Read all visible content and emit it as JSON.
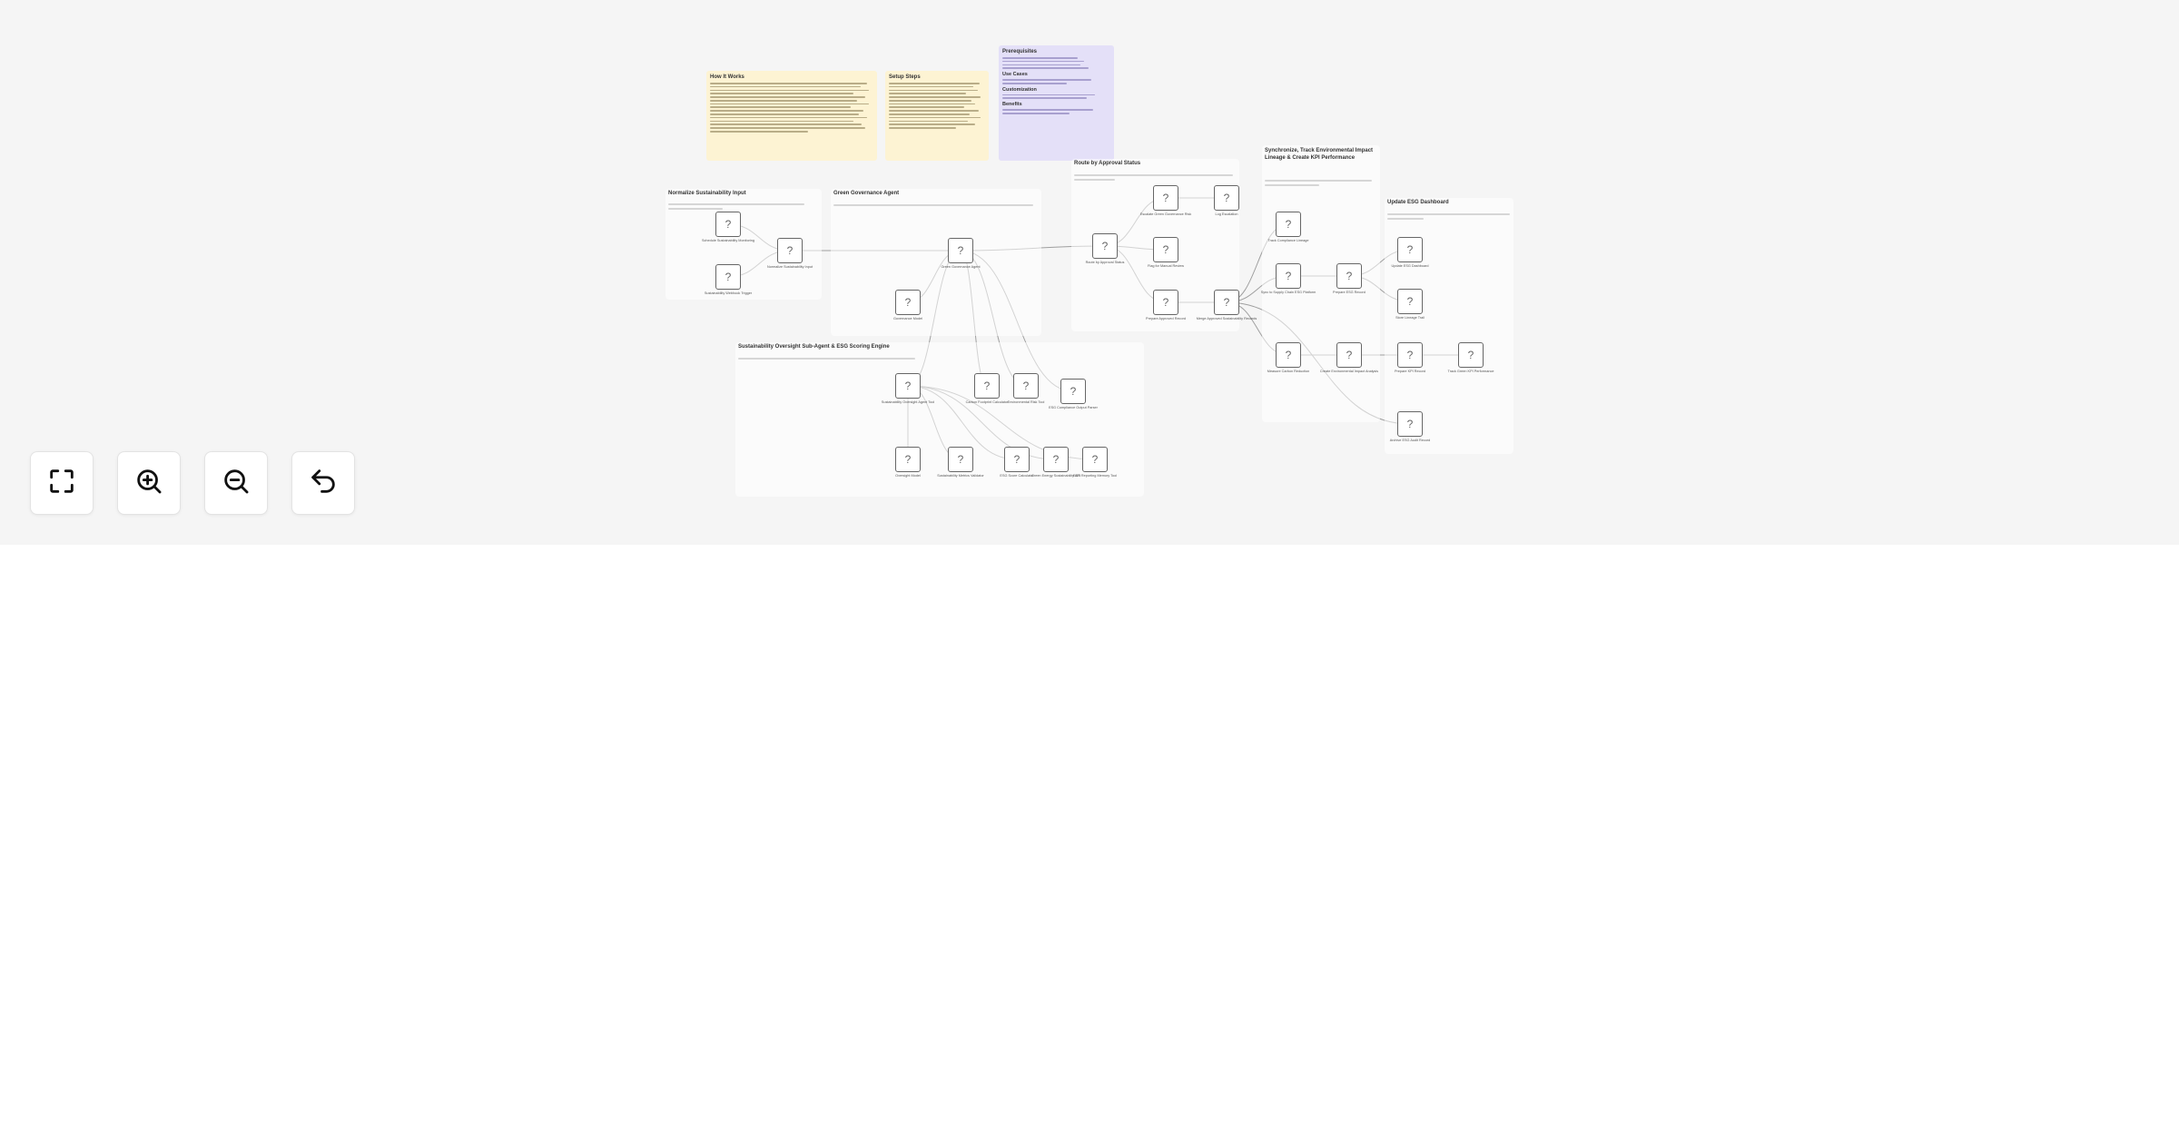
{
  "notes": {
    "how_it_works": {
      "title": "How It Works"
    },
    "setup_steps": {
      "title": "Setup Steps"
    },
    "prereq": {
      "title": "Prerequisites",
      "use_cases": "Use Cases",
      "customization": "Customization",
      "benefits": "Benefits"
    }
  },
  "groups": {
    "normalize": {
      "title": "Normalize Sustainability Input"
    },
    "governance": {
      "title": "Green Governance Agent"
    },
    "oversight": {
      "title": "Sustainability Oversight Sub-Agent & ESG Scoring Engine"
    },
    "route": {
      "title": "Route by Approval Status"
    },
    "synchronize": {
      "title": "Synchronize, Track Environmental Impact Lineage & Create KPI Performance"
    },
    "dashboard": {
      "title": "Update ESG Dashboard"
    }
  },
  "nodes": [
    {
      "id": "n1",
      "label": "Schedule Sustainability Monitoring"
    },
    {
      "id": "n2",
      "label": "Normalize Sustainability Input"
    },
    {
      "id": "n3",
      "label": "Sustainability Webhook Trigger"
    },
    {
      "id": "n4",
      "label": "Green Governance Agent"
    },
    {
      "id": "n5",
      "label": "Governance Model"
    },
    {
      "id": "n6",
      "label": "Sustainability Oversight Agent Tool"
    },
    {
      "id": "n7",
      "label": "Carbon Footprint Calculator"
    },
    {
      "id": "n8",
      "label": "Environmental Risk Tool"
    },
    {
      "id": "n9",
      "label": "ESG Compliance Output Parser"
    },
    {
      "id": "n10",
      "label": "Oversight Model"
    },
    {
      "id": "n11",
      "label": "Sustainability Metrics Validator"
    },
    {
      "id": "n12",
      "label": "ESG Score Calculator"
    },
    {
      "id": "n13",
      "label": "Green Energy Sustainability API"
    },
    {
      "id": "n14",
      "label": "ESG Reporting Memory Tool"
    },
    {
      "id": "n15",
      "label": "Route by Approval Status"
    },
    {
      "id": "n16",
      "label": "Escalate Green Governance Risk"
    },
    {
      "id": "n17",
      "label": "Log Escalation"
    },
    {
      "id": "n18",
      "label": "Flag for Manual Review"
    },
    {
      "id": "n19",
      "label": "Prepare Approved Record"
    },
    {
      "id": "n20",
      "label": "Merge Approved Sustainability Records"
    },
    {
      "id": "n21",
      "label": "Track Compliance Lineage"
    },
    {
      "id": "n22",
      "label": "Sync to Supply Chain ESG Platform"
    },
    {
      "id": "n23",
      "label": "Prepare ESG Record"
    },
    {
      "id": "n24",
      "label": "Update ESG Dashboard"
    },
    {
      "id": "n25",
      "label": "Store Lineage Trail"
    },
    {
      "id": "n26",
      "label": "Measure Carbon Reduction"
    },
    {
      "id": "n27",
      "label": "Create Environmental Impact Analysis"
    },
    {
      "id": "n28",
      "label": "Prepare KPI Record"
    },
    {
      "id": "n29",
      "label": "Track Green KPI Performance"
    },
    {
      "id": "n30",
      "label": "Archive ESG Audit Record"
    }
  ],
  "controls": {
    "fit": "fit-view-icon",
    "zoom_in": "zoom-in-icon",
    "zoom_out": "zoom-out-icon",
    "reset": "reset-zoom-icon"
  },
  "colors": {
    "canvas": "#f5f5f5",
    "note_yellow": "#fdf3d3",
    "note_purple": "#e4e0f8",
    "node_border": "#666666",
    "edge": "#9e9e9e"
  }
}
